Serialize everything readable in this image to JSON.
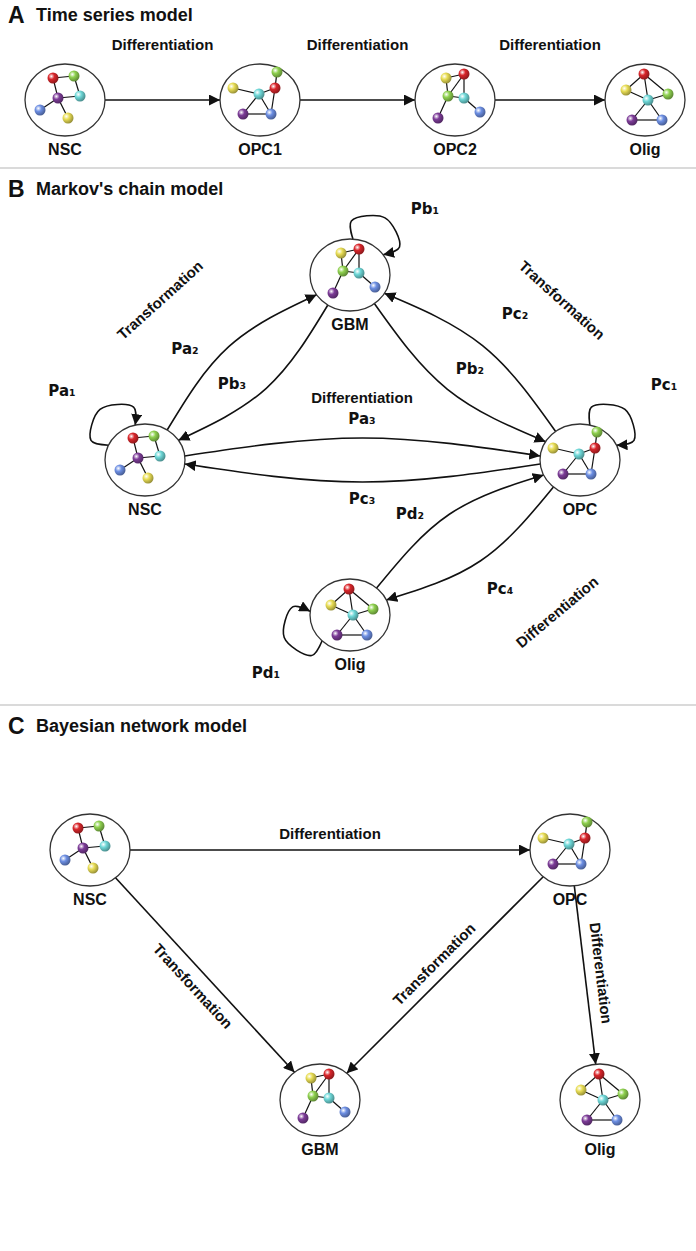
{
  "diagram": {
    "nodes": [
      {
        "text": [
          "NSC"
        ]
      },
      {
        "text": [
          "OPC1"
        ]
      },
      {
        "text": [
          "OPC2"
        ]
      },
      {
        "text": [
          "Olig"
        ]
      },
      {
        "text": [
          "GBM"
        ]
      },
      {
        "text": [
          "NSC"
        ]
      },
      {
        "text": [
          "OPC"
        ]
      },
      {
        "text": [
          "Olig"
        ]
      },
      {
        "text": [
          "NSC"
        ]
      },
      {
        "text": [
          "OPC"
        ]
      },
      {
        "text": [
          "GBM"
        ]
      },
      {
        "text": [
          "Olig"
        ]
      }
    ],
    "edges": [
      {
        "from": 0,
        "to": 1,
        "arrow": "to",
        "label": "Differentiation"
      },
      {
        "from": 1,
        "to": 2,
        "arrow": "to",
        "label": "Differentiation"
      },
      {
        "from": 2,
        "to": 3,
        "arrow": "to",
        "label": "Differentiation"
      },
      {
        "from": 4,
        "to": 4,
        "arrow": "to",
        "label": "Pb₁"
      },
      {
        "from": 5,
        "to": 5,
        "arrow": "to",
        "label": "Pa₁"
      },
      {
        "from": 6,
        "to": 6,
        "arrow": "to",
        "label": "Pc₁"
      },
      {
        "from": 7,
        "to": 7,
        "arrow": "to",
        "label": "Pd₁"
      },
      {
        "from": 5,
        "to": 4,
        "arrow": "to",
        "label": "Pa₂"
      },
      {
        "from": 4,
        "to": 5,
        "arrow": "to",
        "label": "Pb₃"
      },
      {
        "from": 4,
        "to": 6,
        "arrow": "to",
        "label": "Pb₂"
      },
      {
        "from": 6,
        "to": 4,
        "arrow": "to",
        "label": "Pc₂"
      },
      {
        "from": 5,
        "to": 6,
        "arrow": "to",
        "label": "Pa₃"
      },
      {
        "from": 6,
        "to": 5,
        "arrow": "to",
        "label": "Pc₃"
      },
      {
        "from": 7,
        "to": 6,
        "arrow": "to",
        "label": "Pd₂"
      },
      {
        "from": 6,
        "to": 7,
        "arrow": "to",
        "label": "Pc₄"
      },
      {
        "from": 8,
        "to": 9,
        "arrow": "to",
        "label": "Differentiation"
      },
      {
        "from": 8,
        "to": 10,
        "arrow": "to",
        "label": "Transformation"
      },
      {
        "from": 9,
        "to": 10,
        "arrow": "to",
        "label": "Transformation"
      },
      {
        "from": 9,
        "to": 11,
        "arrow": "to",
        "label": "Differentiation"
      }
    ],
    "labels": [
      "A",
      "Time series model",
      "B",
      "Markov's chain model",
      "C",
      "Bayesian network model",
      "Transformation",
      "Transformation",
      "Differentiation",
      "Differentiation"
    ]
  }
}
